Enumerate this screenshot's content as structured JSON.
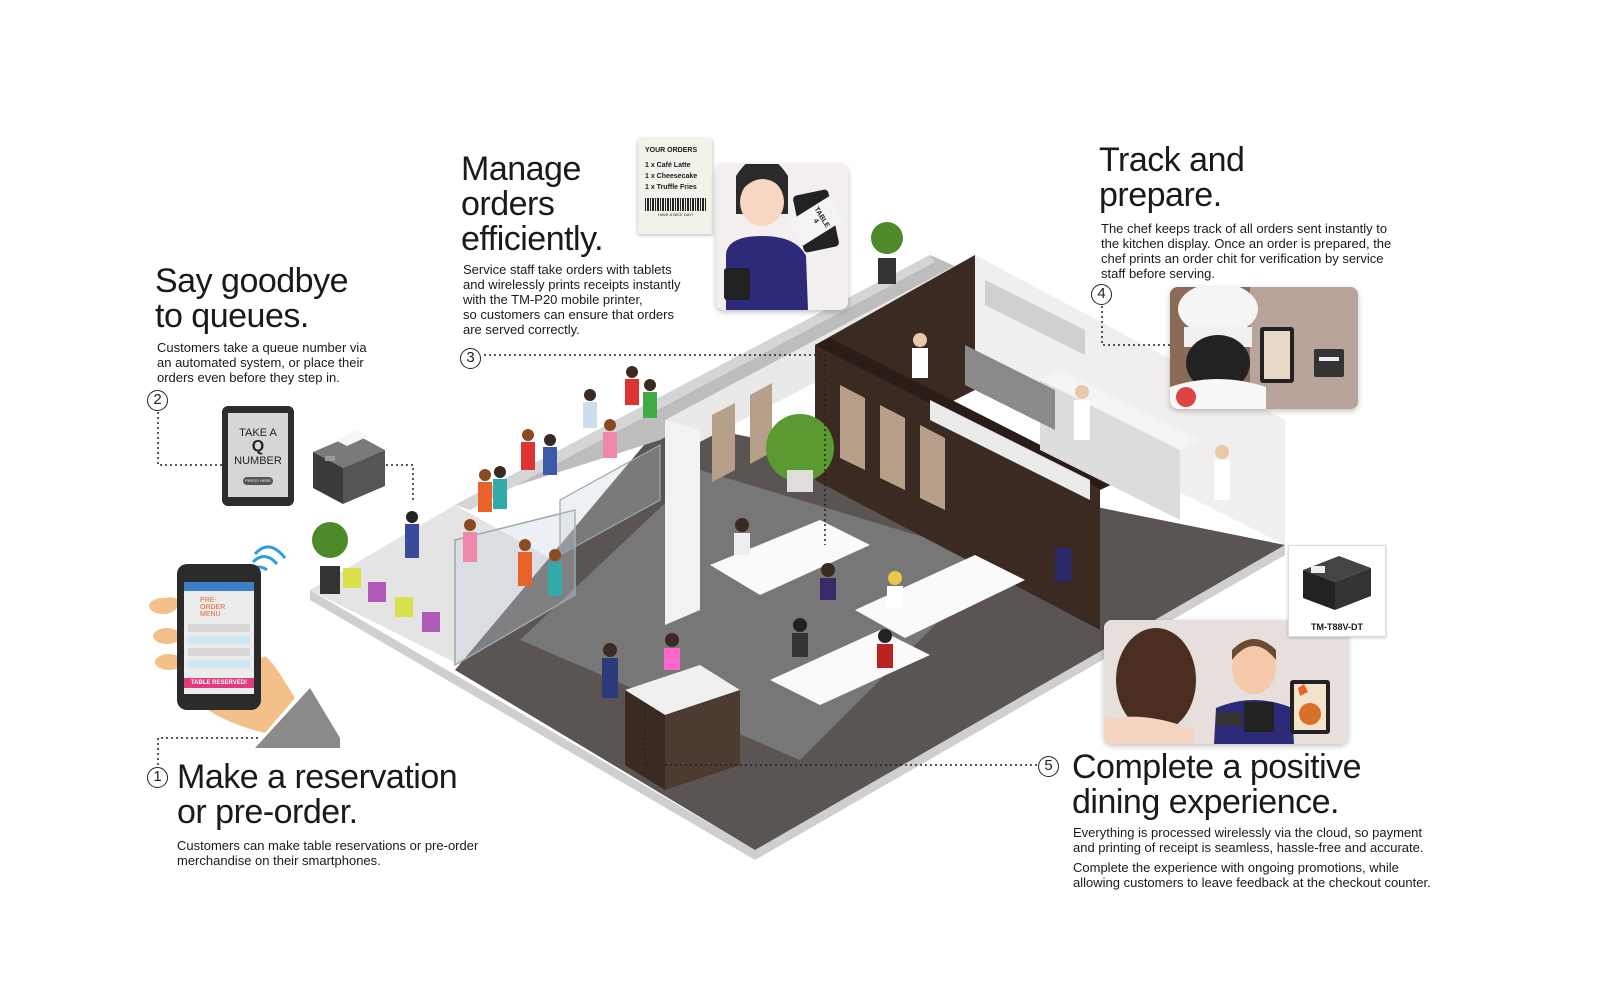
{
  "steps": [
    {
      "number": "1",
      "title_lines": [
        "Make a reservation",
        "or pre-order."
      ],
      "body_lines": [
        "Customers can make table reservations or pre-order",
        "merchandise on their smartphones."
      ]
    },
    {
      "number": "2",
      "title_lines": [
        "Say goodbye",
        "to queues."
      ],
      "body_lines": [
        "Customers take a queue number via",
        "an automated system, or place their",
        "orders even before they step in."
      ]
    },
    {
      "number": "3",
      "title_lines": [
        "Manage",
        "orders",
        "efficiently."
      ],
      "body_lines": [
        "Service staff take orders with tablets",
        "and wirelessly prints receipts instantly",
        "with the TM-P20 mobile printer,",
        "so customers can ensure that orders",
        "are served correctly."
      ]
    },
    {
      "number": "4",
      "title_lines": [
        "Track and",
        "prepare."
      ],
      "body_lines": [
        "The chef keeps track of all orders sent instantly to",
        "the kitchen display. Once an order is prepared, the",
        "chef prints an order chit for verification by service",
        "staff before serving."
      ]
    },
    {
      "number": "5",
      "title_lines": [
        "Complete a positive",
        "dining experience."
      ],
      "body_lines": [
        "Everything is processed wirelessly via the cloud, so payment",
        "and printing of receipt is seamless, hassle-free and accurate."
      ],
      "body2_lines": [
        "Complete the experience with ongoing promotions, while",
        "allowing customers to leave feedback at the checkout counter."
      ]
    }
  ],
  "receipt": {
    "header": "YOUR ORDERS",
    "items": [
      "1 x Café Latte",
      "1 x Cheesecake",
      "1 x Truffle Fries"
    ],
    "footer": "HAVE A NICE DAY!"
  },
  "tablet_queue": {
    "line1": "TAKE A",
    "line2": "Q",
    "line3": "NUMBER",
    "button": "PRESS HERE"
  },
  "phone": {
    "menu_label": "PRE-ORDER MENU",
    "banner": "TABLE RESERVED!"
  },
  "waiter_tablet_label": "TABLE 4",
  "printer_model": "TM-T88V-DT",
  "colors": {
    "floor": "#5a5552",
    "wall_dark": "#3b2a22",
    "accent_orange": "#e8622a",
    "chair_lime": "#d8e04a",
    "chair_purple": "#b05ab8"
  }
}
